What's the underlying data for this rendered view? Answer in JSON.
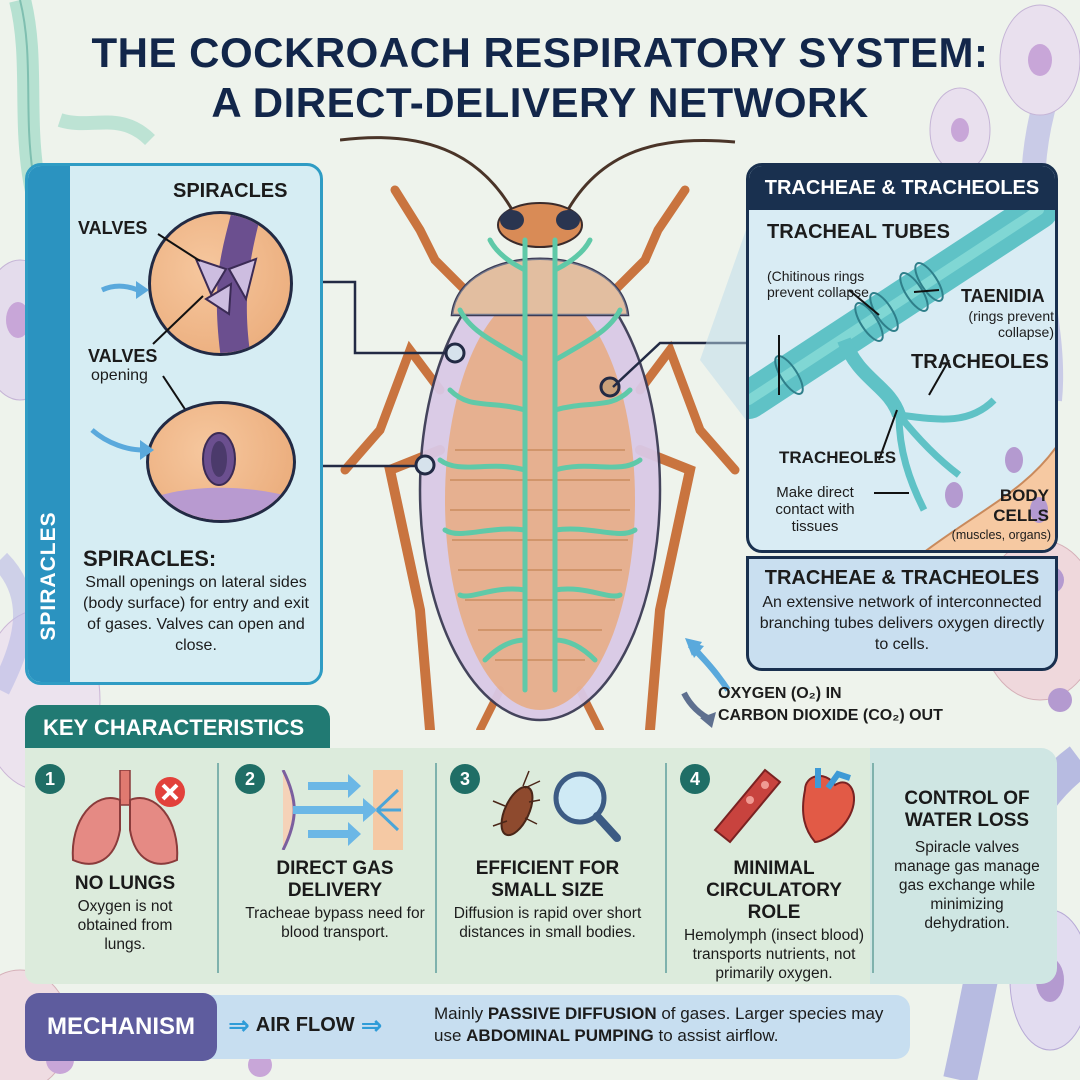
{
  "title": {
    "line1": "THE COCKROACH RESPIRATORY SYSTEM:",
    "line2": "A DIRECT-DELIVERY NETWORK"
  },
  "spiracles_panel": {
    "side_label": "SPIRACLES",
    "heading": "SPIRACLES",
    "label_valves": "VALVES",
    "label_valves_opening": "VALVES",
    "label_valves_opening_sub": "opening",
    "desc_title": "SPIRACLES:",
    "desc_text": "Small openings on lateral sides (body surface) for entry and exit of gases. Valves can open and close."
  },
  "tracheae_panel": {
    "header": "TRACHEAE & TRACHEOLES",
    "label_tracheal_tubes": "TRACHEAL TUBES",
    "label_tracheal_tubes_sub": "(Chitinous rings prevent collapse",
    "label_taenidia": "TAENIDIA",
    "label_taenidia_sub": "(rings prevent collapse)",
    "label_tracheoles_top": "TRACHEOLES",
    "label_tracheoles_mid": "TRACHEOLES",
    "label_contact": "Make direct contact with tissues",
    "label_body_cells": "BODY CELLS",
    "label_body_cells_sub": "(muscles, organs)",
    "desc_title": "TRACHEAE & TRACHEOLES",
    "desc_text": "An extensive network of interconnected branching tubes delivers oxygen directly to cells."
  },
  "gas_exchange": {
    "line1": "OXYGEN (O₂) IN",
    "line2": "CARBON DIOXIDE (CO₂) OUT"
  },
  "key_characteristics": {
    "heading": "KEY CHARACTERISTICS",
    "items": [
      {
        "number": "1",
        "icon": "lungs-crossed-icon",
        "title": "NO LUNGS",
        "text": "Oxygen is not obtained from lungs."
      },
      {
        "number": "2",
        "icon": "direct-gas-arrows-icon",
        "title": "DIRECT GAS DELIVERY",
        "text": "Tracheae bypass need for blood transport."
      },
      {
        "number": "3",
        "icon": "cockroach-magnifier-icon",
        "title": "EFFICIENT FOR SMALL SIZE",
        "text": "Diffusion is rapid over short distances in small bodies."
      },
      {
        "number": "4",
        "icon": "vessel-heart-icon",
        "title": "MINIMAL CIRCULATORY ROLE",
        "text": "Hemolymph (insect blood) transports nutrients, not primarily oxygen."
      }
    ],
    "water_loss": {
      "title": "CONTROL OF WATER LOSS",
      "text": "Spiracle valves manage gas manage gas exchange while minimizing dehydration."
    }
  },
  "mechanism": {
    "label": "MECHANISM",
    "flow_label": "AIR FLOW",
    "text_pre": "Mainly ",
    "text_bold1": "PASSIVE DIFFUSION",
    "text_mid": " of gases. Larger species may use ",
    "text_bold2": "ABDOMINAL PUMPING",
    "text_post": " to assist airflow."
  },
  "colors": {
    "title": "#12264a",
    "spiracle_blue": "#2b93c0",
    "trachea_navy": "#19304f",
    "key_teal": "#217a73",
    "mechanism_purple": "#5e5c9e",
    "trachea_green": "#5fc9a8",
    "body_orange": "#e9a876"
  }
}
